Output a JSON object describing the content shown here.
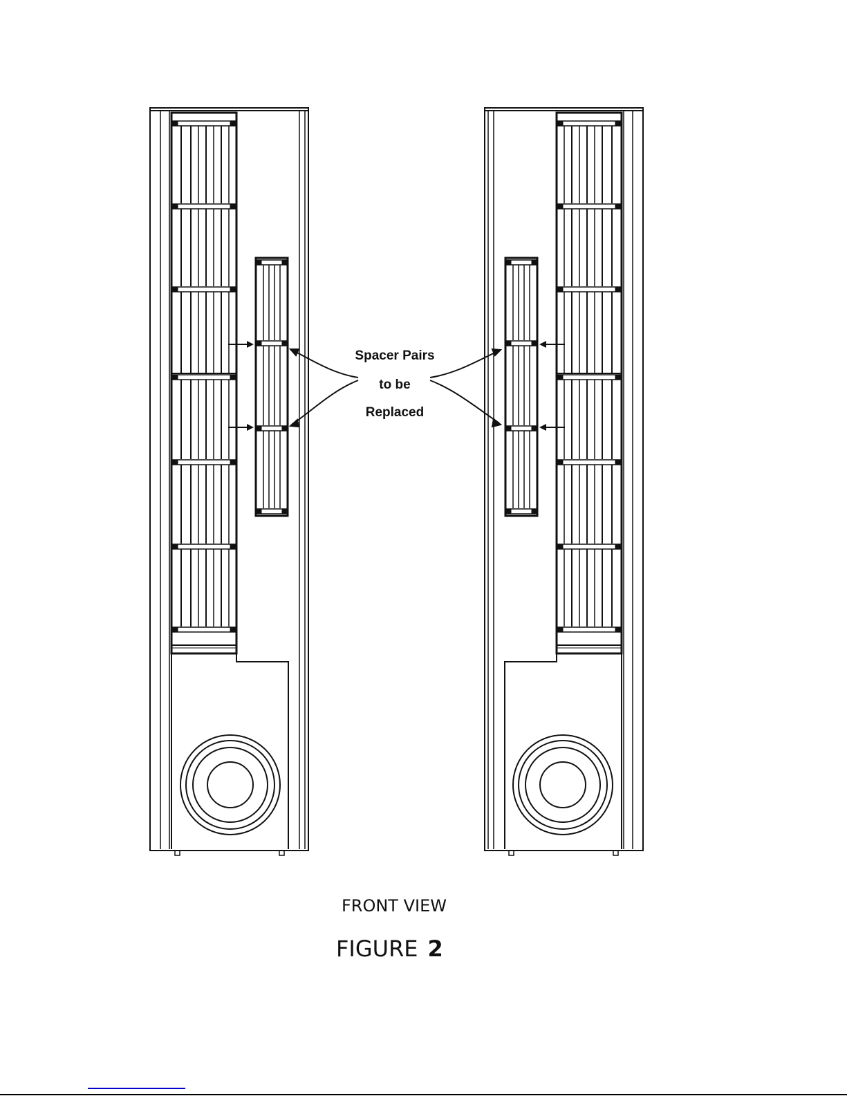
{
  "figure": {
    "callout_lines": [
      "Spacer Pairs",
      "to be",
      "Replaced"
    ],
    "view_label": "FRONT VIEW",
    "figure_label": "FIGURE",
    "figure_number": "2"
  },
  "colors": {
    "ink": "#111111",
    "link": "#0000cc"
  }
}
